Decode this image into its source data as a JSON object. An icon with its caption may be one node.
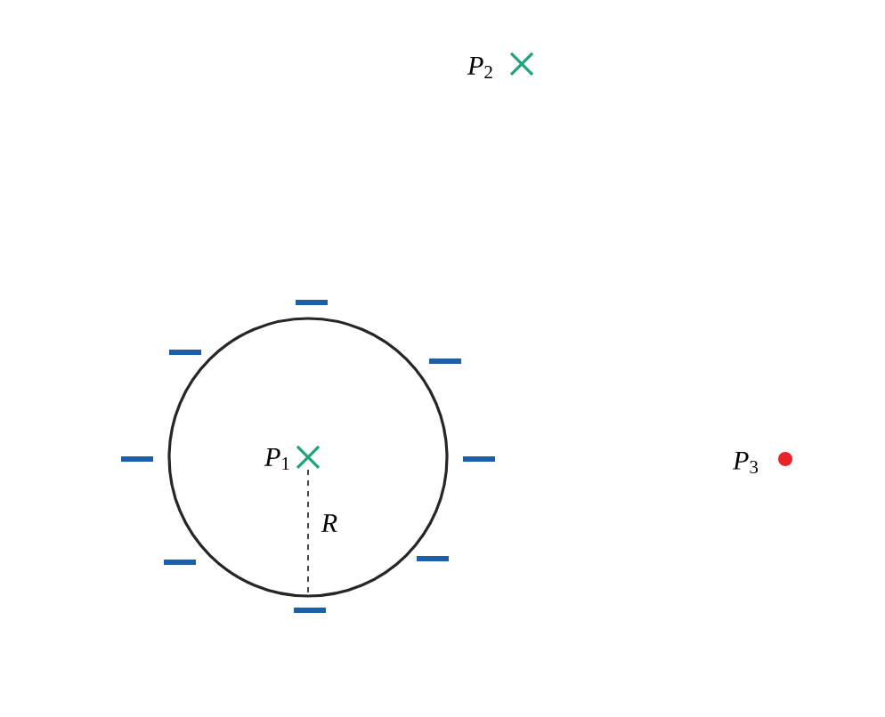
{
  "diagram": {
    "labels": [
      "*P*$_{2}$",
      "*P*$_{1}$",
      "*R*",
      "*P*$_{3}$"
    ]
  }
}
